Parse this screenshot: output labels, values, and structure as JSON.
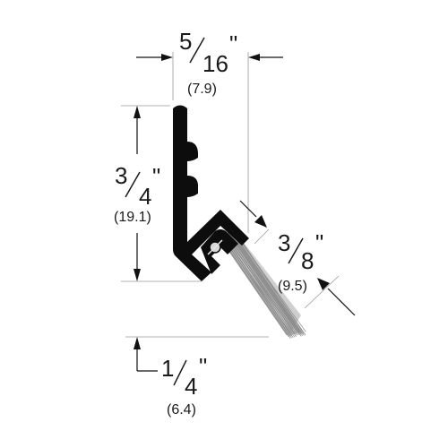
{
  "dimensions": {
    "top_width": {
      "whole": "",
      "num": "5",
      "den": "16",
      "inch": "\"",
      "metric": "(7.9)"
    },
    "height": {
      "whole": "",
      "num": "3",
      "den": "4",
      "inch": "\"",
      "metric": "(19.1)"
    },
    "brush_depth": {
      "whole": "",
      "num": "3",
      "den": "8",
      "inch": "\"",
      "metric": "(9.5)"
    },
    "brush_offset": {
      "whole": "",
      "num": "1",
      "den": "4",
      "inch": "\"",
      "metric": "(6.4)"
    }
  },
  "colors": {
    "profile": "#0d0d0d",
    "brush": "#9a9a9a",
    "dimension_line": "#111111",
    "extension_line": "#9a9a9a"
  }
}
